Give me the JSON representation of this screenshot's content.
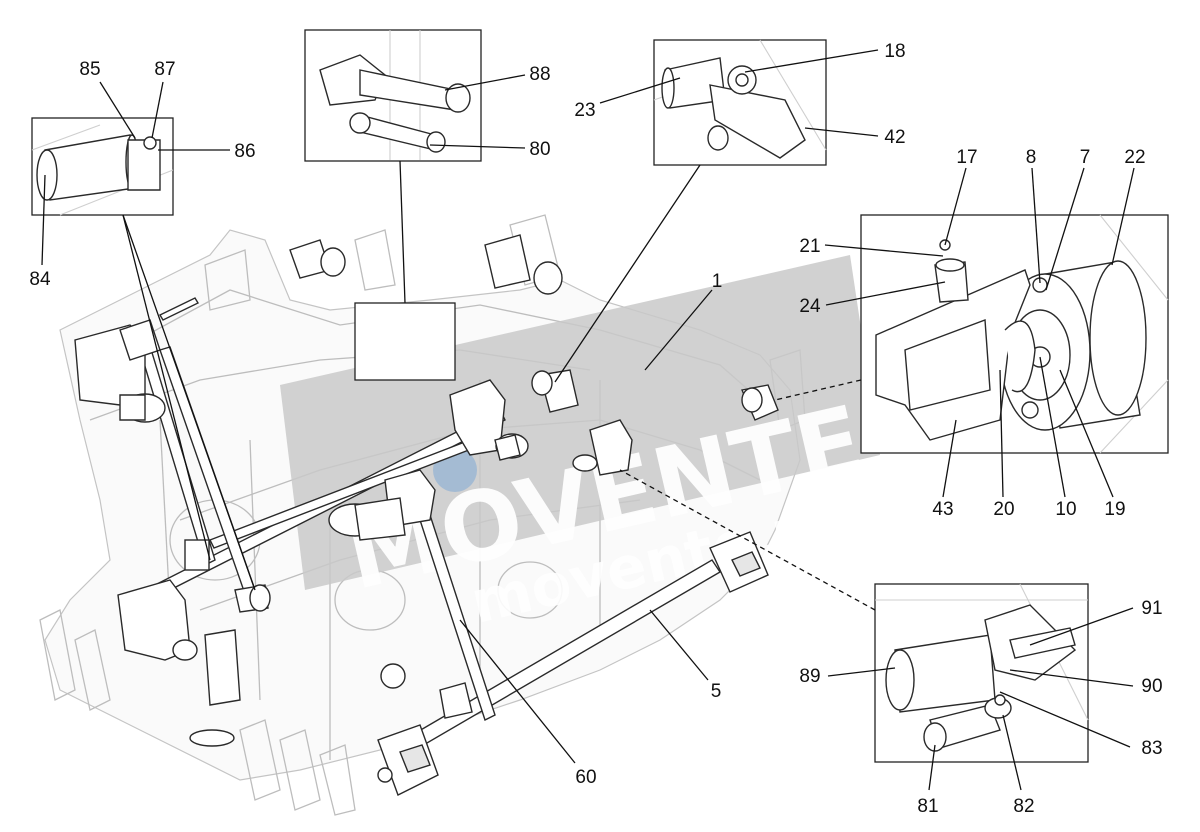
{
  "diagram": {
    "labels": [
      {
        "id": "85",
        "text": "85"
      },
      {
        "id": "87",
        "text": "87"
      },
      {
        "id": "86",
        "text": "86"
      },
      {
        "id": "84",
        "text": "84"
      },
      {
        "id": "88",
        "text": "88"
      },
      {
        "id": "80",
        "text": "80"
      },
      {
        "id": "18",
        "text": "18"
      },
      {
        "id": "23",
        "text": "23"
      },
      {
        "id": "42",
        "text": "42"
      },
      {
        "id": "17",
        "text": "17"
      },
      {
        "id": "8",
        "text": "8"
      },
      {
        "id": "7",
        "text": "7"
      },
      {
        "id": "22",
        "text": "22"
      },
      {
        "id": "21",
        "text": "21"
      },
      {
        "id": "24",
        "text": "24"
      },
      {
        "id": "43",
        "text": "43"
      },
      {
        "id": "20",
        "text": "20"
      },
      {
        "id": "10",
        "text": "10"
      },
      {
        "id": "19",
        "text": "19"
      },
      {
        "id": "1",
        "text": "1"
      },
      {
        "id": "5",
        "text": "5"
      },
      {
        "id": "60",
        "text": "60"
      },
      {
        "id": "91",
        "text": "91"
      },
      {
        "id": "89",
        "text": "89"
      },
      {
        "id": "90",
        "text": "90"
      },
      {
        "id": "83",
        "text": "83"
      },
      {
        "id": "81",
        "text": "81"
      },
      {
        "id": "82",
        "text": "82"
      }
    ]
  },
  "watermark": {
    "brand": "MOVENTE",
    "site": "movente.ru"
  }
}
